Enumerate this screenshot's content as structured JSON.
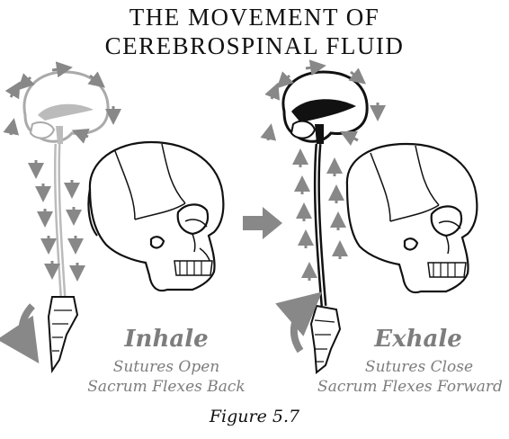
{
  "title_line1": "THE MOVEMENT OF",
  "title_line2": "CEREBROSPINAL FLUID",
  "left": {
    "label": "Inhale",
    "line1": "Sutures Open",
    "line2": "Sacrum Flexes Back"
  },
  "right": {
    "label": "Exhale",
    "line1": "Sutures Close",
    "line2": "Sacrum Flexes Forward"
  },
  "figure_caption": "Figure 5.7",
  "colors": {
    "ink": "#111111",
    "arrow_gray": "#888888",
    "light_gray": "#bbbbbb"
  }
}
